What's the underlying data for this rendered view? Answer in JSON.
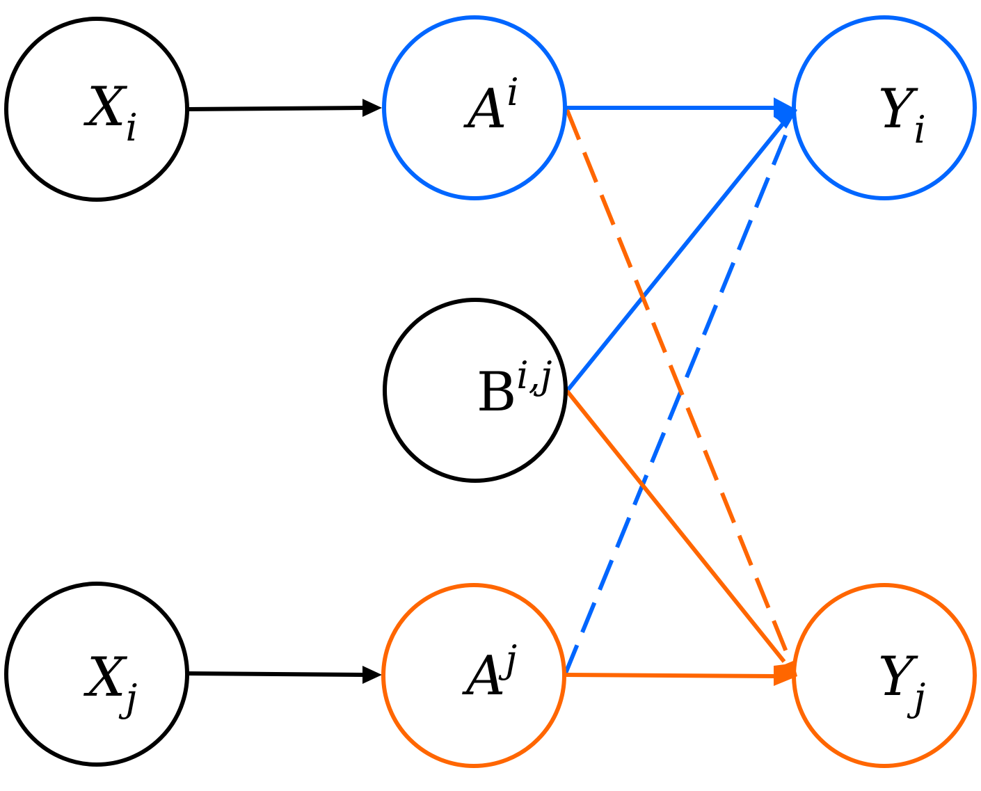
{
  "colors": {
    "neutral": "#000000",
    "blue": "#0066ff",
    "orange": "#ff6600"
  },
  "nodes": {
    "x_i": {
      "base": "X",
      "script": "i",
      "script_type": "sub",
      "italic": true,
      "color": "#000000"
    },
    "x_j": {
      "base": "X",
      "script": "j",
      "script_type": "sub",
      "italic": true,
      "color": "#000000"
    },
    "a_i": {
      "base": "A",
      "script": "i",
      "script_type": "sup",
      "italic": true,
      "color": "#0066ff"
    },
    "b_ij": {
      "base": "B",
      "script": "i,j",
      "script_type": "sup",
      "italic": false,
      "color": "#000000"
    },
    "a_j": {
      "base": "A",
      "script": "j",
      "script_type": "sup",
      "italic": true,
      "color": "#ff6600"
    },
    "y_i": {
      "base": "Y",
      "script": "i",
      "script_type": "sub",
      "italic": true,
      "color": "#0066ff"
    },
    "y_j": {
      "base": "Y",
      "script": "j",
      "script_type": "sub",
      "italic": true,
      "color": "#ff6600"
    }
  },
  "edges": [
    {
      "from": "x_i",
      "to": "a_i",
      "color": "#000000",
      "style": "solid"
    },
    {
      "from": "x_j",
      "to": "a_j",
      "color": "#000000",
      "style": "solid"
    },
    {
      "from": "a_i",
      "to": "y_i",
      "color": "#0066ff",
      "style": "solid"
    },
    {
      "from": "b_ij",
      "to": "y_i",
      "color": "#0066ff",
      "style": "solid"
    },
    {
      "from": "a_j",
      "to": "y_i",
      "color": "#0066ff",
      "style": "dashed"
    },
    {
      "from": "a_i",
      "to": "y_j",
      "color": "#ff6600",
      "style": "dashed"
    },
    {
      "from": "b_ij",
      "to": "y_j",
      "color": "#ff6600",
      "style": "solid"
    },
    {
      "from": "a_j",
      "to": "y_j",
      "color": "#ff6600",
      "style": "solid"
    }
  ]
}
